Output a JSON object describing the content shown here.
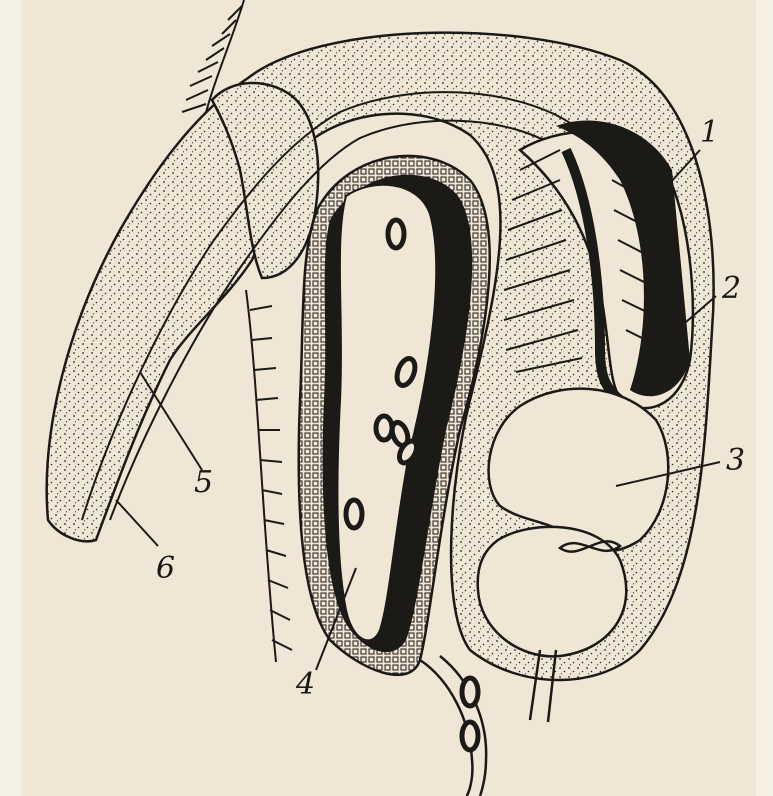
{
  "diagram": {
    "labels": [
      {
        "id": "1",
        "text": "1"
      },
      {
        "id": "2",
        "text": "2"
      },
      {
        "id": "3",
        "text": "3"
      },
      {
        "id": "4",
        "text": "4"
      },
      {
        "id": "5",
        "text": "5"
      },
      {
        "id": "6",
        "text": "6"
      }
    ]
  },
  "colors": {
    "background": "#f3efe2",
    "paper": "#efe6d6",
    "ink": "#1c1a16",
    "stipple": "#2a2620"
  }
}
